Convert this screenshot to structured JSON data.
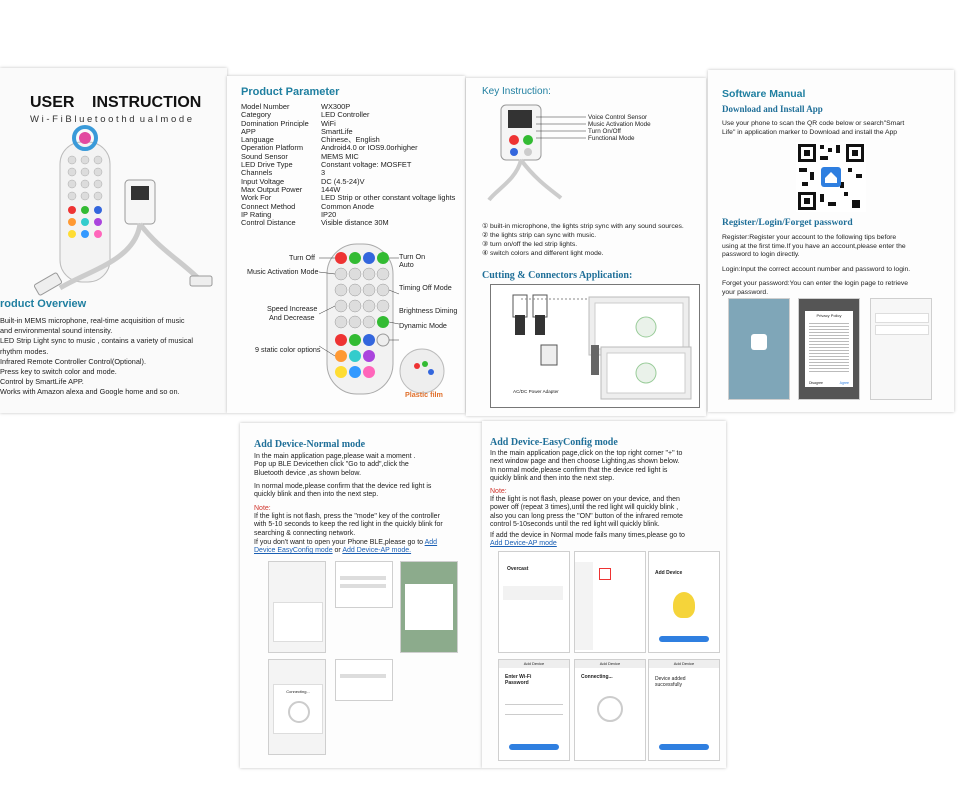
{
  "panel1": {
    "title_left": "USER",
    "title_right": "INSTRUCTION",
    "subtitle": "W i - F i B l u e t o o t h d  u a l m o d e",
    "overview_heading": "roduct Overview",
    "overview_items": [
      "Built-in MEMS microphone, real-time acquisition of music",
      "and environmental sound intensity.",
      "LED Strip Light sync to music , contains a variety of musical",
      "rhythm modes.",
      "Infrared Remote Controller Control(Optional).",
      "Press key to switch color and mode.",
      "Control by SmartLife  APP.",
      "Works with Amazon alexa and Google home and so on."
    ]
  },
  "panel2": {
    "heading": "Product Parameter",
    "params": [
      {
        "k": "Model Number",
        "v": "WX300P"
      },
      {
        "k": "Category",
        "v": "LED Controller"
      },
      {
        "k": "Domination Principle",
        "v": "WiFi"
      },
      {
        "k": "APP",
        "v": "SmartLife"
      },
      {
        "k": "Language",
        "v": "Chinese、English"
      },
      {
        "k": "Operation Platform",
        "v": "Android4.0 or IOS9.0orhigher"
      },
      {
        "k": "Sound Sensor",
        "v": "MEMS MIC"
      },
      {
        "k": "LED Drive Type",
        "v": "Constant voltage: MOSFET"
      },
      {
        "k": "Channels",
        "v": "3"
      },
      {
        "k": "Input Voltage",
        "v": "DC (4.5-24)V"
      },
      {
        "k": "Max Output Power",
        "v": "144W"
      },
      {
        "k": "Work For",
        "v": "LED Strip or other constant voltage lights"
      },
      {
        "k": "Connect Method",
        "v": "Common Anode"
      },
      {
        "k": "IP Rating",
        "v": "IP20"
      },
      {
        "k": "Control Distance",
        "v": "Visible distance 30M"
      }
    ],
    "callouts": {
      "turn_off": "Turn Off",
      "music_mode": "Music Activation Mode",
      "speed": "Speed Increase",
      "speed2": "And Decrease",
      "static": "9 static color options",
      "turn_on": "Turn On",
      "auto": "Auto",
      "timing": "Timing Off Mode",
      "brightness": "Brightness Diming",
      "dynamic": "Dynamic Mode",
      "plastic": "Plastic film"
    }
  },
  "panel3": {
    "heading": "Key Instruction:",
    "labels": [
      "Voice Control Sensor",
      "Music Activation Mode",
      "Turn On/Off",
      "Functional Mode"
    ],
    "items": [
      "① built-in microphone, the lights strip sync with any sound sources.",
      "② the lights strip can sync with music.",
      "③ turn on/off the led strip lights.",
      "④ switch colors and different light mode."
    ],
    "cut_heading": "Cutting & Connectors Application:",
    "adapter_label": "AC/DC Power Adapter"
  },
  "panel4": {
    "heading": "Software Manual",
    "download_heading": "Download and Install App",
    "download_text1": "Use your phone to scan the QR code below or search\"Smart",
    "download_text2": "Life\" in application marker to Download and install the App",
    "register_heading": "Register/Login/Forget password",
    "register_lines": [
      "Register:Register your account to the following tips before",
      "using at the first time.If you have an account,please enter the",
      "password to login directly."
    ],
    "login_line": "Login:Input the correct account number and password to login.",
    "forget_lines": [
      "Forget your password:You can enter the login page to retrieve",
      " your password."
    ],
    "privacy_title": "Privacy Policy",
    "privacy_disagree": "Disagree",
    "privacy_agree": "Agree"
  },
  "panel5": {
    "heading": "Add Device-Normal mode",
    "lines1": [
      "In the main application page,please wait a moment  .",
      " Pop up BLE Devicethen click  \"Go to add\",click the",
      "Bluetooth  device    ,as shown below."
    ],
    "lines2": [
      "In normal mode,please confirm that the device red light is",
      "quickly blink and then into the next step."
    ],
    "note_label": "Note:",
    "note_lines": [
      "If the light is not flash, press the \"mode\" key of the controller",
      "with 5-10 seconds to keep the red light in the quickly blink for",
      "searching & connecting network."
    ],
    "tail_line1": "If you don't want to open your Phone BLE,please go to ",
    "tail_link1a": "Add",
    "tail_link1b": " Device EasyConfig  mode",
    "tail_or": " or ",
    "tail_link2": "Add Device-AP mode.",
    "connecting": "Connecting..."
  },
  "panel6": {
    "heading": "Add Device-EasyConfig mode",
    "lines1": [
      "In the main application page,click on the top right corner \"+\" to",
      "next window page and then choose Lighting,as shown below.",
      "In normal mode,please confirm that the device red light is",
      "quickly blink and then into the next step."
    ],
    "note_label": "Note:",
    "note_lines": [
      "If the light is not flash, please power on your device, and then",
      "power off (repeat 3 times),until the red light will quickly blink ,",
      "also  you  can  long press the \"ON\" button of the infrared remote",
      "control 5-10seconds until the red light will quickly  blink."
    ],
    "tail_line1": "If add the device in Normal mode fails many times,please go to",
    "tail_link": "Add Device-AP mode",
    "screens": {
      "overcast": "Overcast",
      "add_device": "Add Device",
      "wifi_title1": "Enter Wi-Fi",
      "wifi_title2": "Password",
      "connecting": "Connecting...",
      "added1": "Device added",
      "added2": "successfully",
      "add_header": "Add Device"
    }
  }
}
